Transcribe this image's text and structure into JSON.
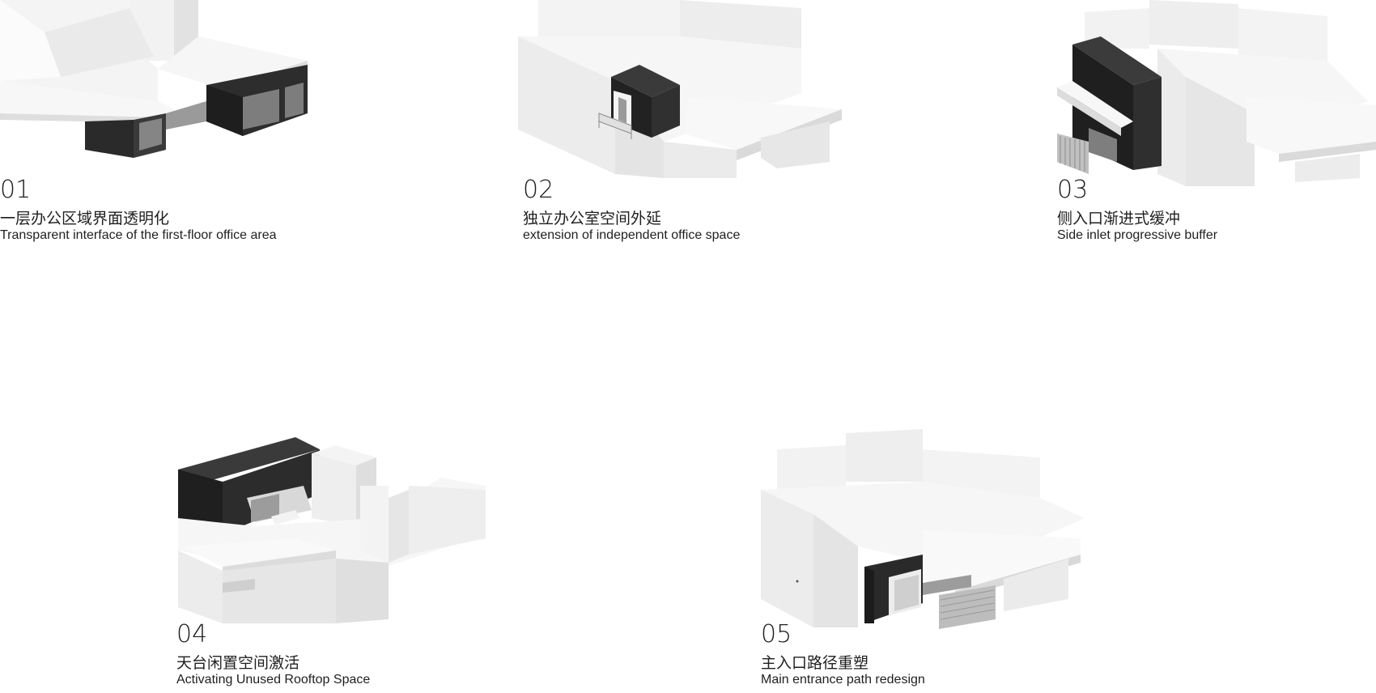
{
  "panels": [
    {
      "num": "01",
      "title_zh": "一层办公区域界面透明化",
      "title_en": "Transparent interface of the first-floor office area"
    },
    {
      "num": "02",
      "title_zh": "独立办公室空间外延",
      "title_en": "extension of independent office space"
    },
    {
      "num": "03",
      "title_zh": "侧入口渐进式缓冲",
      "title_en": "Side inlet progressive buffer"
    },
    {
      "num": "04",
      "title_zh": "天台闲置空间激活",
      "title_en": "Activating Unused Rooftop Space"
    },
    {
      "num": "05",
      "title_zh": "主入口路径重塑",
      "title_en": "Main entrance path redesign"
    }
  ],
  "colors": {
    "mass_top": "#f7f7f7",
    "mass_left": "#e9e9e9",
    "mass_right": "#dcdcdc",
    "dark": "#262626",
    "dark_side": "#3a3a3a",
    "glass": "#8d8d8d",
    "texture": "#bdbdbd"
  }
}
